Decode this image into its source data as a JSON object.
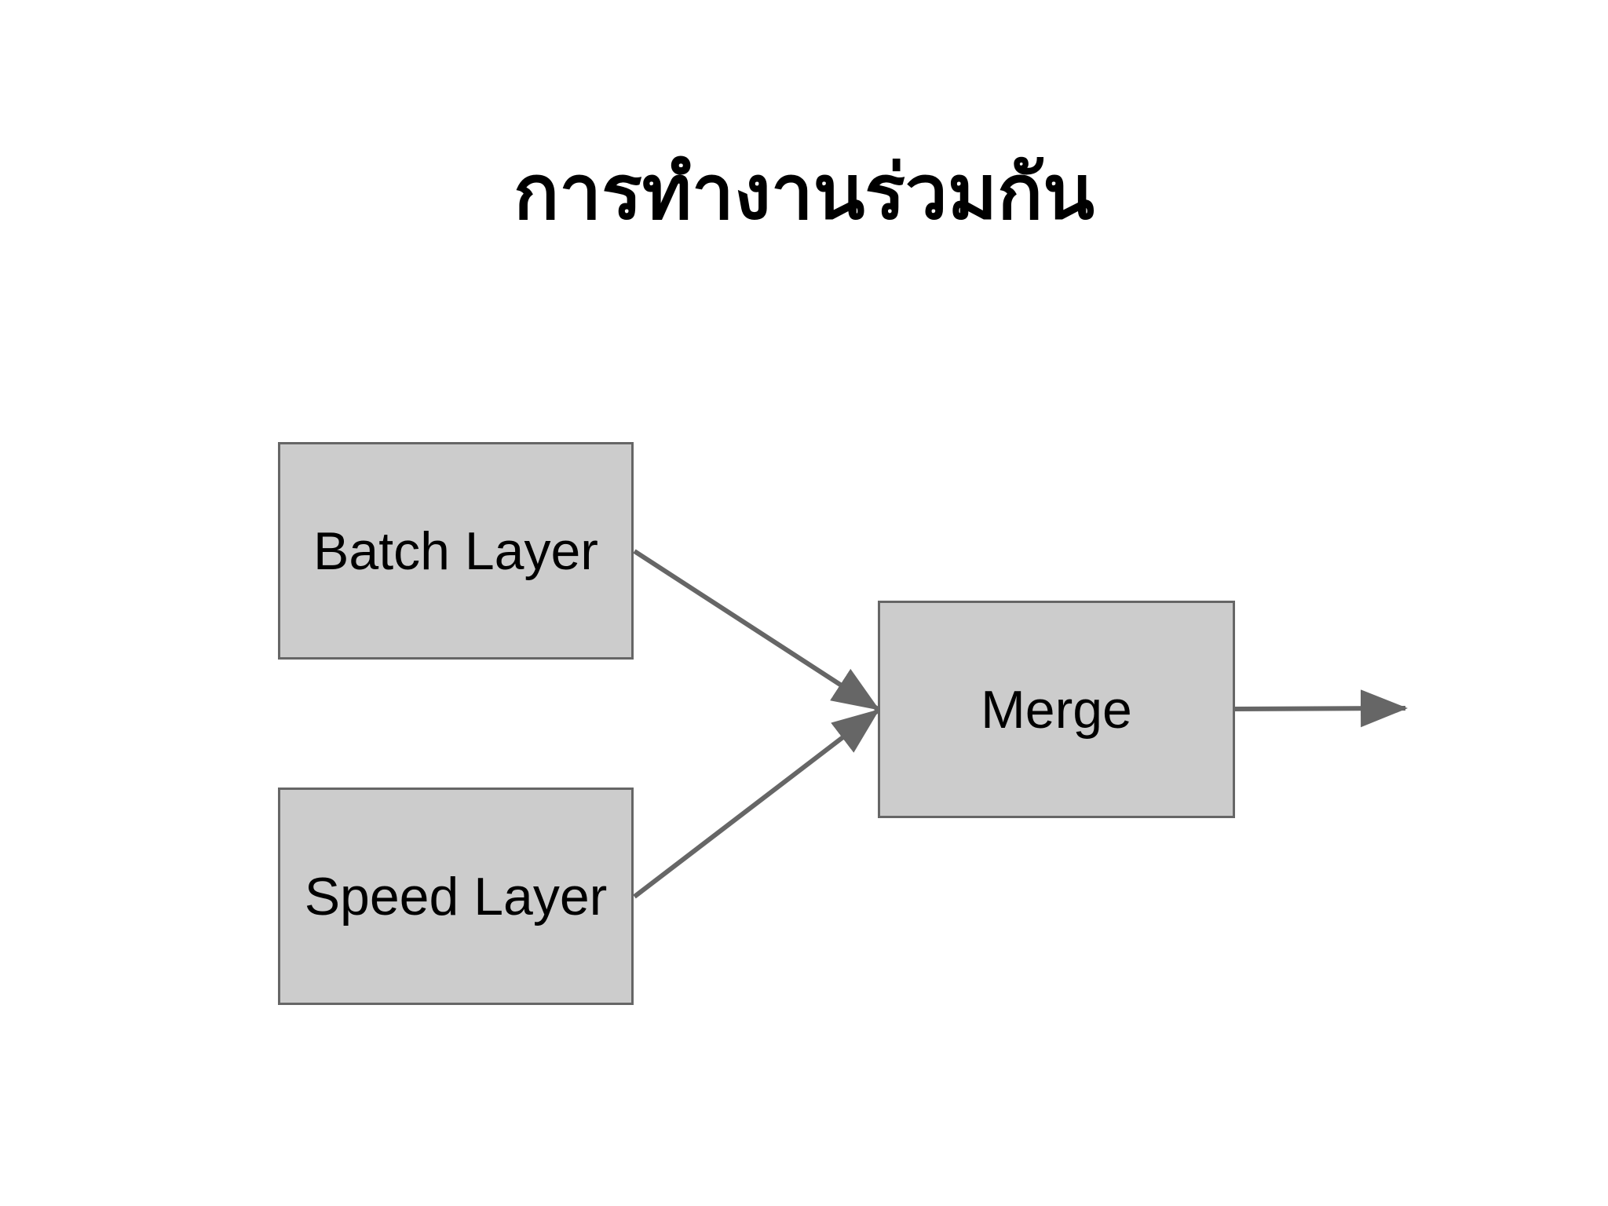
{
  "title": "การทำงานร่วมกัน",
  "nodes": {
    "batch": {
      "label": "Batch Layer"
    },
    "speed": {
      "label": "Speed Layer"
    },
    "merge": {
      "label": "Merge"
    }
  },
  "colors": {
    "node_fill": "#cccccc",
    "node_border": "#666666",
    "arrow": "#666666",
    "text": "#000000",
    "background": "#ffffff"
  }
}
